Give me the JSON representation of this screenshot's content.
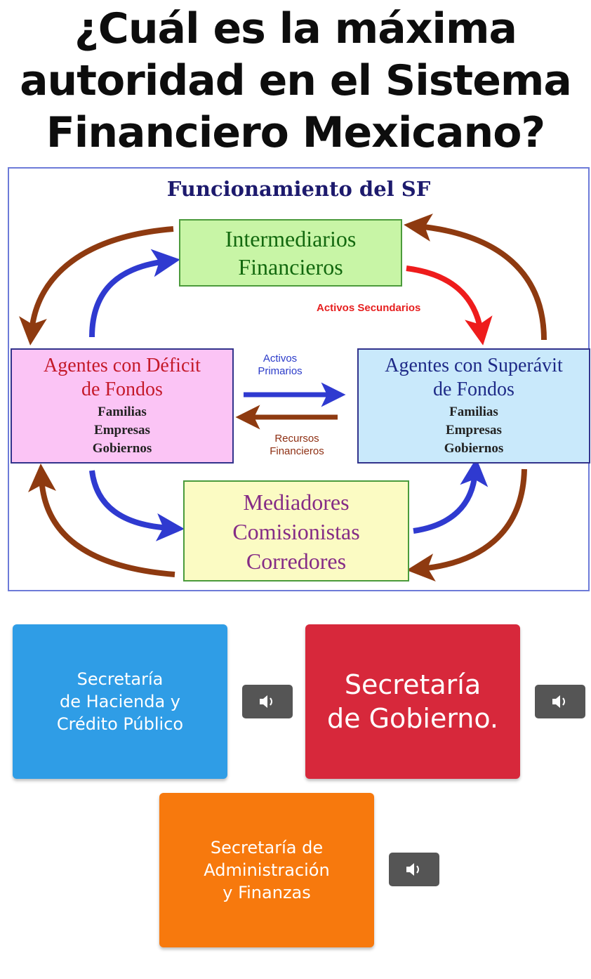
{
  "question": {
    "line1": "¿Cuál es la máxima",
    "line2": "autoridad en el Sistema",
    "line3": "Financiero Mexicano?"
  },
  "diagram": {
    "title": "Funcionamiento del SF",
    "intermediarios": {
      "line1": "Intermediarios",
      "line2": "Financieros"
    },
    "deficit": {
      "line1": "Agentes con Déficit",
      "line2": "de Fondos",
      "items": [
        "Familias",
        "Empresas",
        "Gobiernos"
      ]
    },
    "superavit": {
      "line1": "Agentes con Superávit",
      "line2": "de Fondos",
      "items": [
        "Familias",
        "Empresas",
        "Gobiernos"
      ]
    },
    "mediadores": {
      "line1": "Mediadores",
      "line2": "Comisionistas",
      "line3": "Corredores"
    },
    "labels": {
      "activos_secundarios": "Activos Secundarios",
      "activos_primarios_1": "Activos",
      "activos_primarios_2": "Primarios",
      "recursos_1": "Recursos",
      "recursos_2": "Financieros"
    },
    "colors": {
      "blue_arrow": "#2f3ad0",
      "brown_arrow": "#8e3a10",
      "red_arrow": "#ee1c1c"
    }
  },
  "answers": [
    {
      "line1": "Secretaría",
      "line2": "de Hacienda y",
      "line3": "Crédito Público",
      "color": "#2f9de6",
      "icon": "speaker-icon"
    },
    {
      "line1": "Secretaría",
      "line2": "de Gobierno.",
      "color": "#d7283b",
      "icon": "speaker-icon"
    },
    {
      "line1": "Secretaría de",
      "line2": "Administración",
      "line3": "y Finanzas",
      "color": "#f7790d",
      "icon": "speaker-icon"
    }
  ]
}
